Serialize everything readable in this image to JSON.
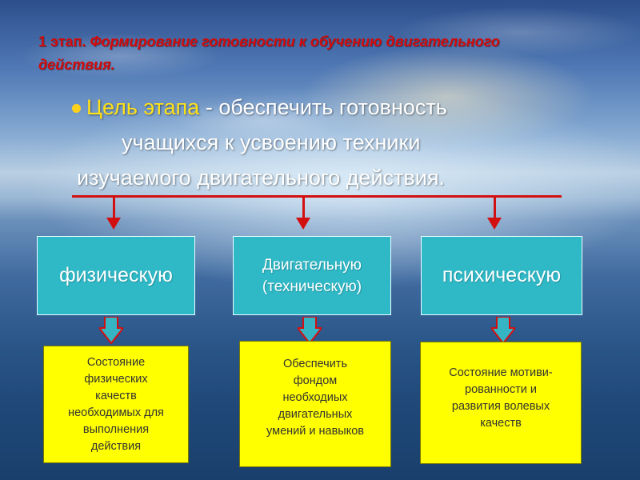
{
  "slide": {
    "title_number": "1 этап.",
    "title_rest": "Формирование готовности к обучению двигательного действия.",
    "bullet": {
      "label": "Цель этапа",
      "line1_rest": " - обеспечить готовность",
      "line2": "учащихся к усвоению техники",
      "line3": "изучаемого  двигательного действия."
    },
    "boxes": [
      {
        "label": "физическую"
      },
      {
        "label_line1": "Двигательную",
        "label_line2": "(техническую)"
      },
      {
        "label": "психическую"
      }
    ],
    "descriptions": [
      {
        "lines": [
          "Состояние",
          "физических",
          "качеств",
          "необходимых для",
          "выполнения",
          "действия"
        ]
      },
      {
        "lines": [
          "Обеспечить",
          "фондом",
          "необходиых",
          "двигательных",
          "умений и навыков"
        ]
      },
      {
        "lines": [
          "Состояние мотиви-",
          "рованности и",
          "развития волевых",
          "качеств"
        ]
      }
    ]
  },
  "colors": {
    "title": "#d30a0a",
    "accent_yellow": "#ffe21a",
    "connector": "#d31010",
    "cyan_box": "#2fb8c6",
    "yellow_box": "#ffff00"
  }
}
